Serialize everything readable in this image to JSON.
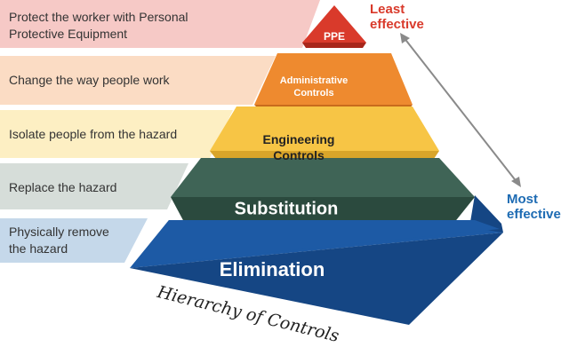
{
  "title": "Hierarchy of Controls",
  "least_label": "Least\neffective",
  "most_label": "Most\neffective",
  "colors": {
    "ppe": "#d93a2b",
    "administrative": "#ee8a2f",
    "engineering": "#f7c545",
    "substitution": "#3f6456",
    "elimination": "#1d5aa5",
    "least": "#d93a2b",
    "most": "#1d6bb3"
  },
  "levels": [
    {
      "id": "ppe",
      "label": "PPE",
      "description": "Protect the worker with Personal\nProtective Equipment"
    },
    {
      "id": "administrative",
      "label": "Administrative\nControls",
      "description": "Change the way people work"
    },
    {
      "id": "engineering",
      "label": "Engineering\nControls",
      "description": "Isolate people from the hazard"
    },
    {
      "id": "substitution",
      "label": "Substitution",
      "description": "Replace the hazard"
    },
    {
      "id": "elimination",
      "label": "Elimination",
      "description": "Physically remove\nthe hazard"
    }
  ]
}
